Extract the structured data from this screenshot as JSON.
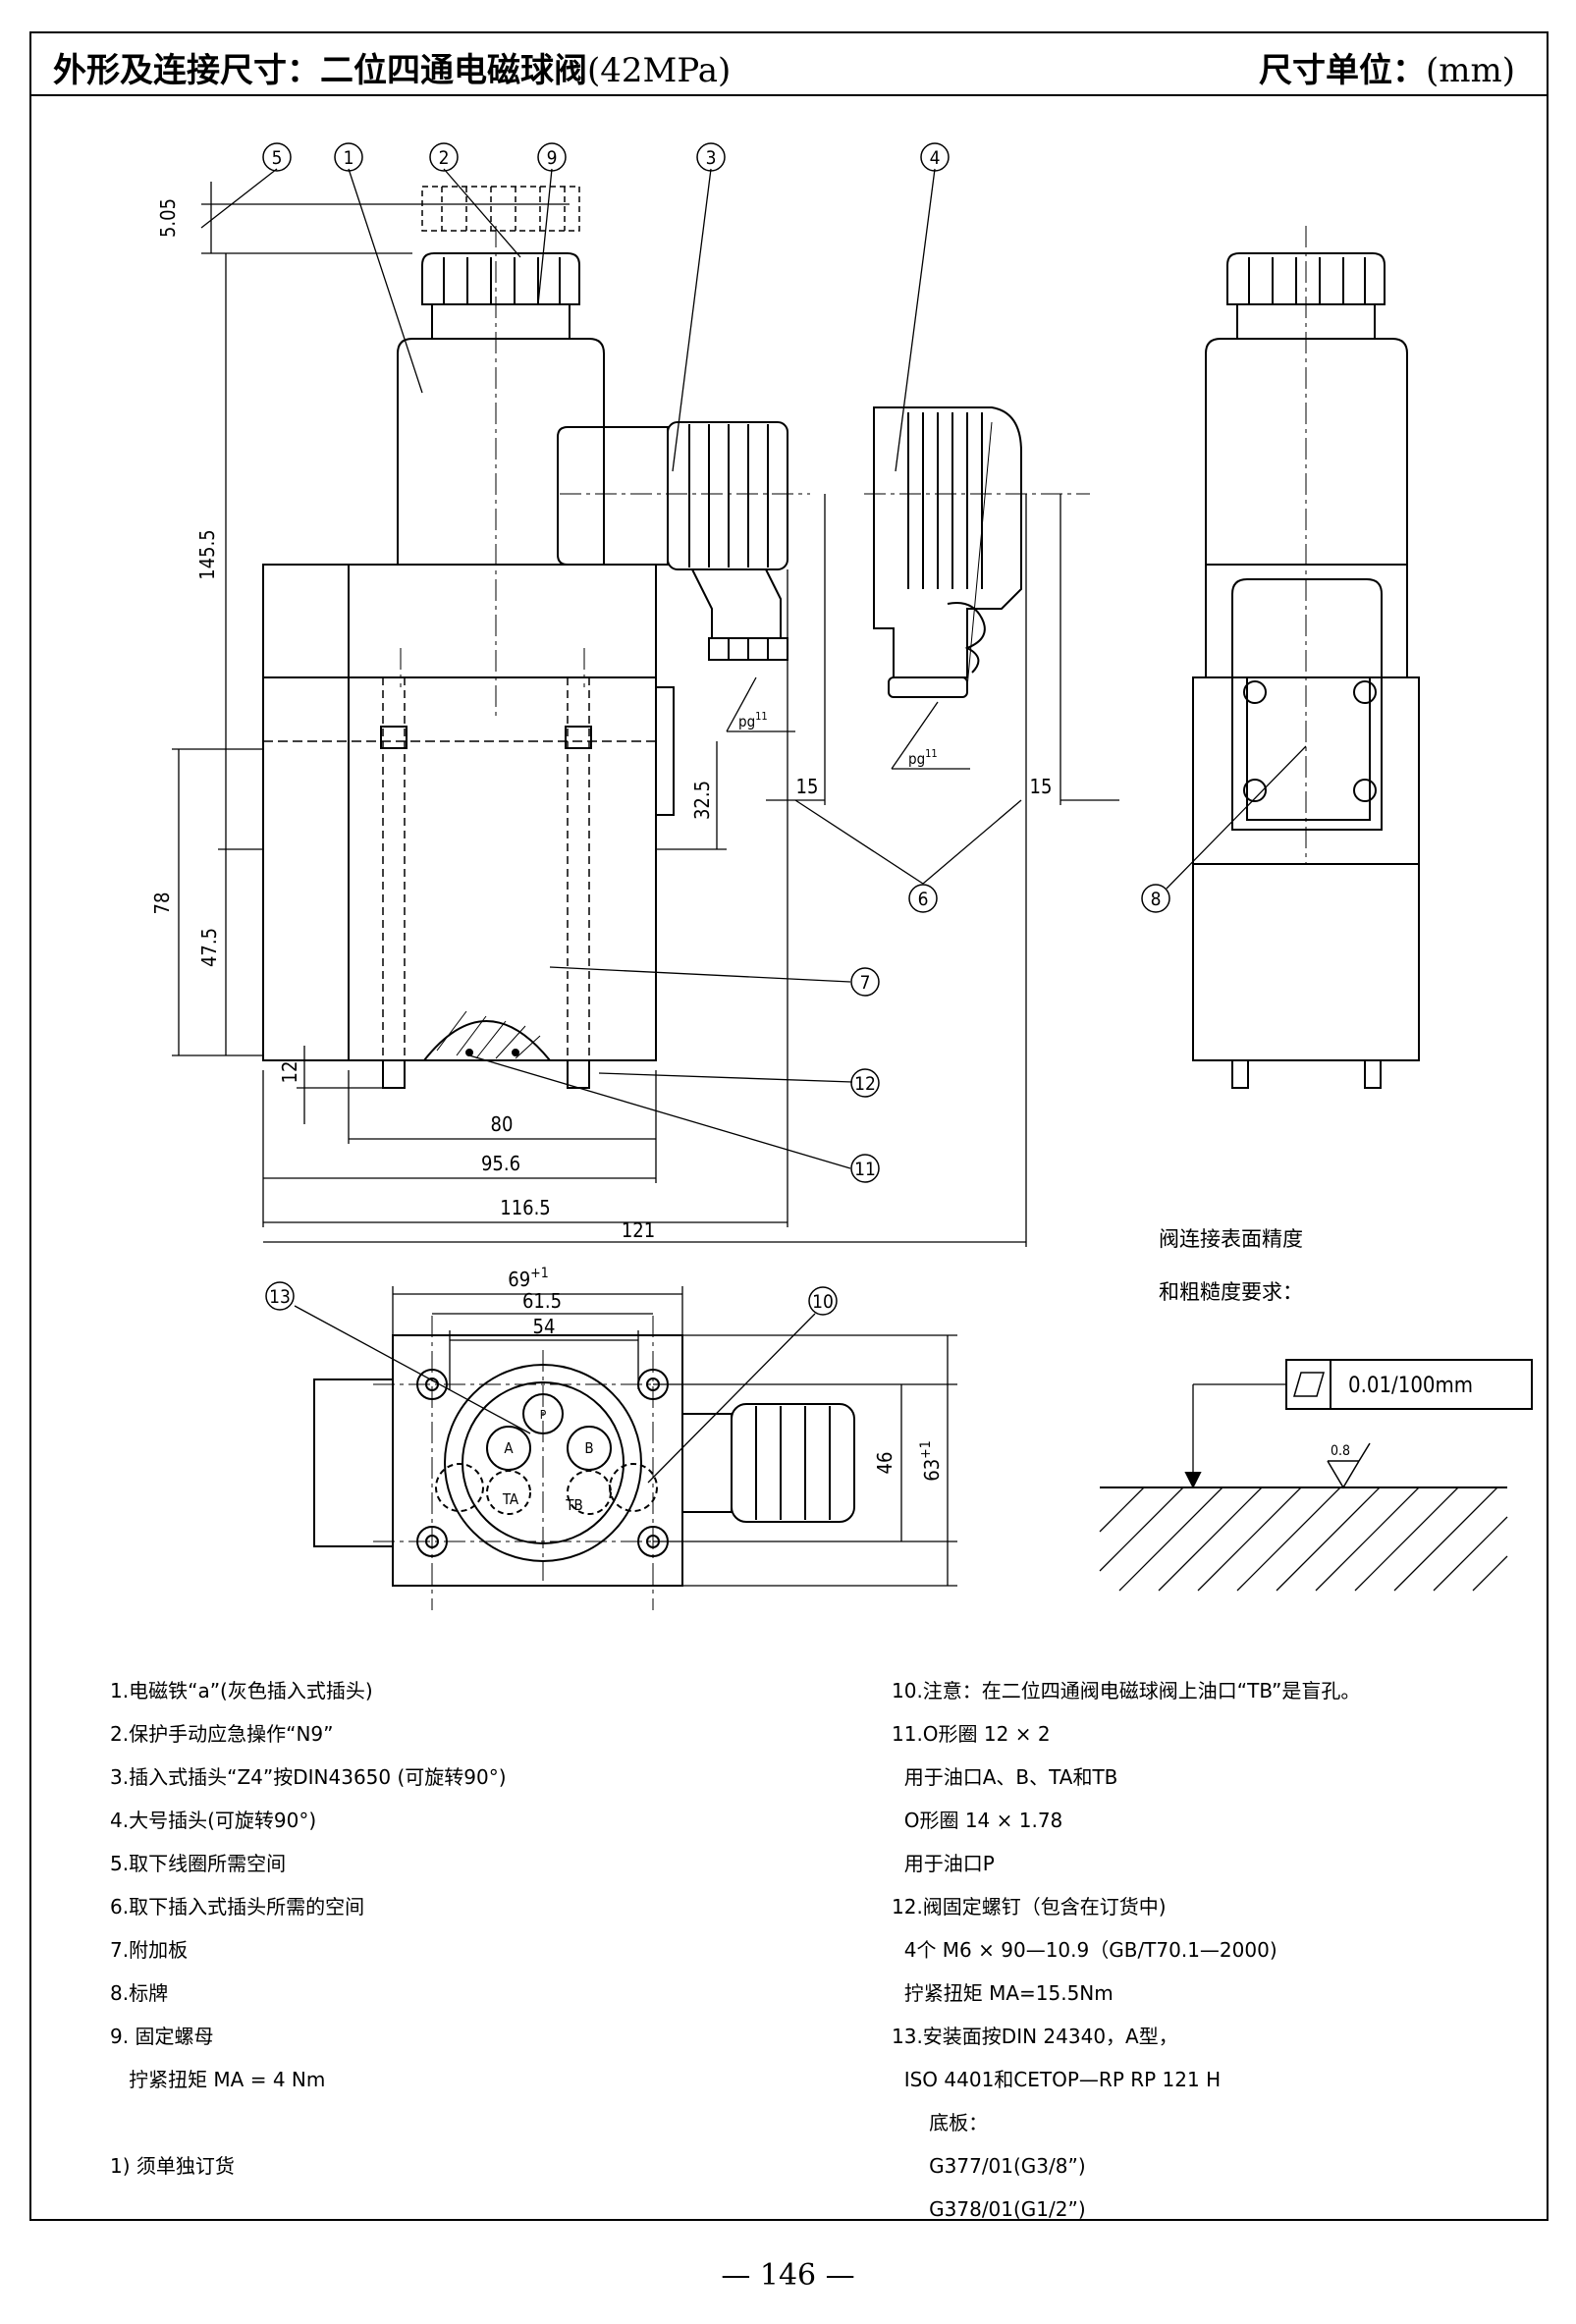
{
  "header": {
    "title_cn": "外形及连接尺寸：二位四通电磁球阀",
    "title_pressure": "(42MPa)",
    "unit_cn": "尺寸单位：",
    "unit_mm": "(mm)"
  },
  "dimensions": {
    "d_505": "5.05",
    "d_1455": "145.5",
    "d_78": "78",
    "d_475": "47.5",
    "d_12": "12",
    "d_325": "32.5",
    "d_80": "80",
    "d_956": "95.6",
    "d_1165": "116.5",
    "d_121": "121",
    "d_15_left": "15",
    "d_15_right": "15",
    "d_69": "69",
    "d_69_tol": "+1",
    "d_615": "61.5",
    "d_54": "54",
    "d_46": "46",
    "d_63": "63",
    "d_63_tol": "+1",
    "pg_label_1": "pg",
    "pg_sup_1": "11",
    "pg_label_2": "pg",
    "pg_sup_2": "11"
  },
  "callouts": [
    "5",
    "1",
    "2",
    "9",
    "3",
    "4",
    "6",
    "7",
    "8",
    "11",
    "12",
    "13",
    "10"
  ],
  "ports": {
    "a": "A",
    "b": "B",
    "ta": "TA",
    "tb": "TB",
    "p": "P"
  },
  "surface": {
    "label_line1": "阀连接表面精度",
    "label_line2": "和粗糙度要求：",
    "flatness": "0.01/100mm",
    "roughness": "0.8"
  },
  "notes_left": [
    "1.电磁铁“a”(灰色插入式插头)",
    "2.保护手动应急操作“N9”",
    "3.插入式插头“Z4”按DIN43650 (可旋转90°)",
    "4.大号插头(可旋转90°)",
    "5.取下线圈所需空间",
    "6.取下插入式插头所需的空间",
    "7.附加板",
    "8.标牌",
    "9. 固定螺母",
    "   拧紧扭矩 MA = 4 Nm",
    "",
    "1) 须单独订货"
  ],
  "notes_right": [
    "10.注意：在二位四通阀电磁球阀上油口“TB”是盲孔。",
    "11.O形圈 12 × 2",
    "  用于油口A、B、TA和TB",
    "  O形圈 14 × 1.78",
    "  用于油口P",
    "12.阀固定螺钉（包含在订货中)",
    "  4个 M6 × 90—10.9（GB/T70.1—2000)",
    "  拧紧扭矩 MA=15.5Nm",
    "13.安装面按DIN 24340，A型，",
    "  ISO 4401和CETOP—RP RP 121 H",
    "      底板：",
    "      G377/01(G3/8”)",
    "      G378/01(G1/2”)"
  ],
  "page_number": "— 146 —"
}
